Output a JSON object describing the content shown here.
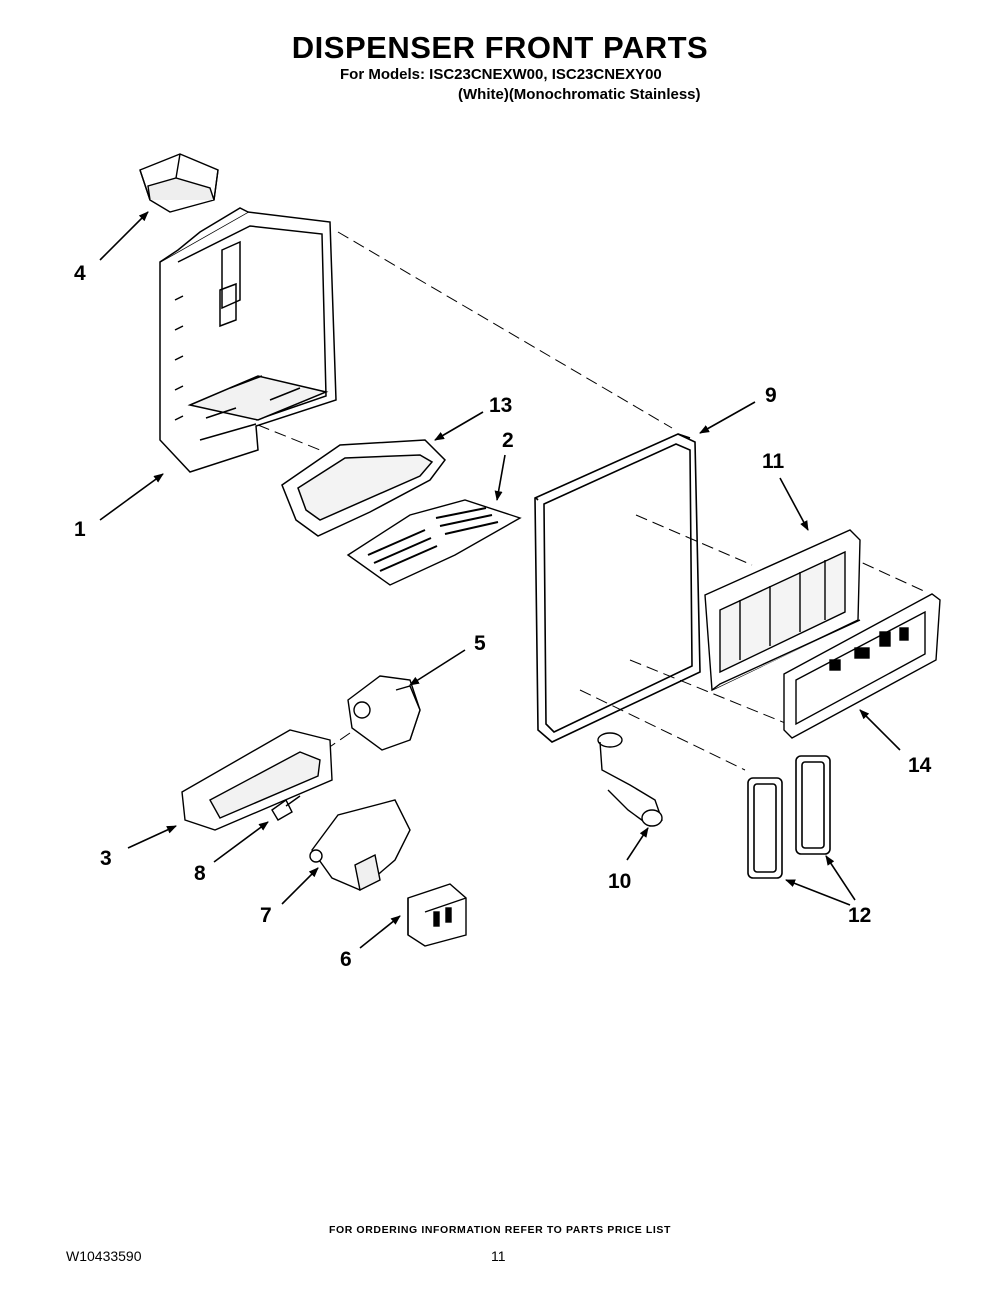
{
  "header": {
    "title": "DISPENSER FRONT PARTS",
    "models_line": "For Models: ISC23CNEXW00, ISC23CNEXY00",
    "variants_line": "(White)(Monochromatic Stainless)"
  },
  "callouts": [
    "1",
    "2",
    "3",
    "4",
    "5",
    "6",
    "7",
    "8",
    "9",
    "10",
    "11",
    "12",
    "13",
    "14"
  ],
  "footer": {
    "ordering_note": "FOR ORDERING INFORMATION REFER TO PARTS PRICE LIST",
    "document_number": "W10433590",
    "page_number": "11"
  }
}
